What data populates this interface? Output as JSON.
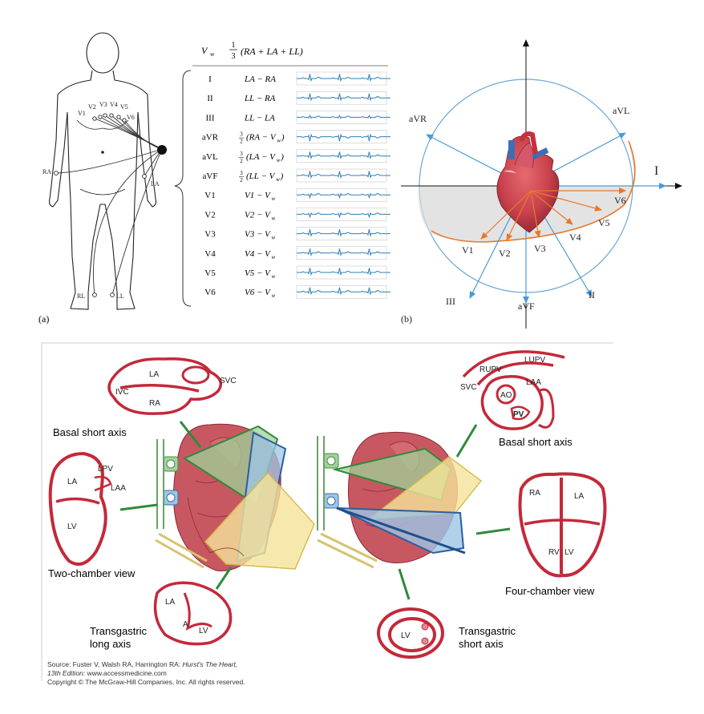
{
  "panel_a": {
    "label": "(a)",
    "body_electrodes": {
      "ra": "RA",
      "la": "LA",
      "rl": "RL",
      "ll": "LL",
      "v1": "V1",
      "v2": "V2",
      "v3": "V3",
      "v4": "V4",
      "v5": "V5",
      "v6": "V6"
    },
    "table_header": {
      "symbol": "V",
      "subscript": "w",
      "frac_num": "1",
      "frac_den": "3",
      "expr": "(RA + LA + LL)"
    },
    "leads": [
      {
        "name": "I",
        "formula": "LA − RA"
      },
      {
        "name": "II",
        "formula": "LL − RA"
      },
      {
        "name": "III",
        "formula": "LL − LA"
      },
      {
        "name": "aVR",
        "formula": "(RA − V",
        "coef_num": "3",
        "coef_den": "2"
      },
      {
        "name": "aVL",
        "formula": "(LA − V",
        "coef_num": "3",
        "coef_den": "2"
      },
      {
        "name": "aVF",
        "formula": "(LL − V",
        "coef_num": "3",
        "coef_den": "2"
      },
      {
        "name": "V1",
        "formula": "V1 − V"
      },
      {
        "name": "V2",
        "formula": "V2 − V"
      },
      {
        "name": "V3",
        "formula": "V3 − V"
      },
      {
        "name": "V4",
        "formula": "V4 − V"
      },
      {
        "name": "V5",
        "formula": "V5 − V"
      },
      {
        "name": "V6",
        "formula": "V6 − V"
      }
    ],
    "ecg_color": "#2f7fb5"
  },
  "panel_b": {
    "label": "(b)",
    "limb_leads": {
      "avr": "aVR",
      "avl": "aVL",
      "i": "I",
      "ii": "II",
      "iii": "III",
      "avf": "aVF"
    },
    "precordial": {
      "v1": "V1",
      "v2": "V2",
      "v3": "V3",
      "v4": "V4",
      "v5": "V5",
      "v6": "V6"
    },
    "colors": {
      "axis_arrow": "#4a9ad6",
      "vector": "#e8782a",
      "circle": "#6aa6d8"
    }
  },
  "echo": {
    "left": {
      "basal": {
        "la": "LA",
        "ra": "RA",
        "ivc": "IVC",
        "svc": "SVC",
        "caption": "Basal short axis"
      },
      "two_chamber": {
        "la": "LA",
        "lv": "LV",
        "lpv": "LPV",
        "laa": "LAA",
        "caption": "Two-chamber view"
      },
      "transgastric_long": {
        "la": "LA",
        "lv": "LV",
        "a": "A",
        "caption_line1": "Transgastric",
        "caption_line2": "long axis"
      }
    },
    "right": {
      "basal": {
        "rupv": "RUPV",
        "lupv": "LUPV",
        "laa": "LAA",
        "svc": "SVC",
        "ao": "AO",
        "pv": "PV",
        "caption": "Basal short axis"
      },
      "four_chamber": {
        "ra": "RA",
        "la": "LA",
        "rv": "RV",
        "lv": "LV",
        "caption": "Four-chamber view"
      },
      "transgastric_short": {
        "lv": "LV",
        "caption_line1": "Transgastric",
        "caption_line2": "short axis"
      }
    },
    "source_prefix": "Source: Fuster V, Walsh RA, Harrington RA: ",
    "source_title": "Hurst's The Heart,",
    "source_edition": "13th Edition:",
    "source_url": " www.accessmedicine.com",
    "copyright": "Copyright © The McGraw-Hill Companies, Inc. All rights reserved.",
    "colors": {
      "heart": "#b8424a",
      "green_plane": "#9fd39a",
      "blue_plane": "#9ec5e6",
      "yellow_plane": "#f5e39a",
      "outline": "#c4293a"
    }
  }
}
